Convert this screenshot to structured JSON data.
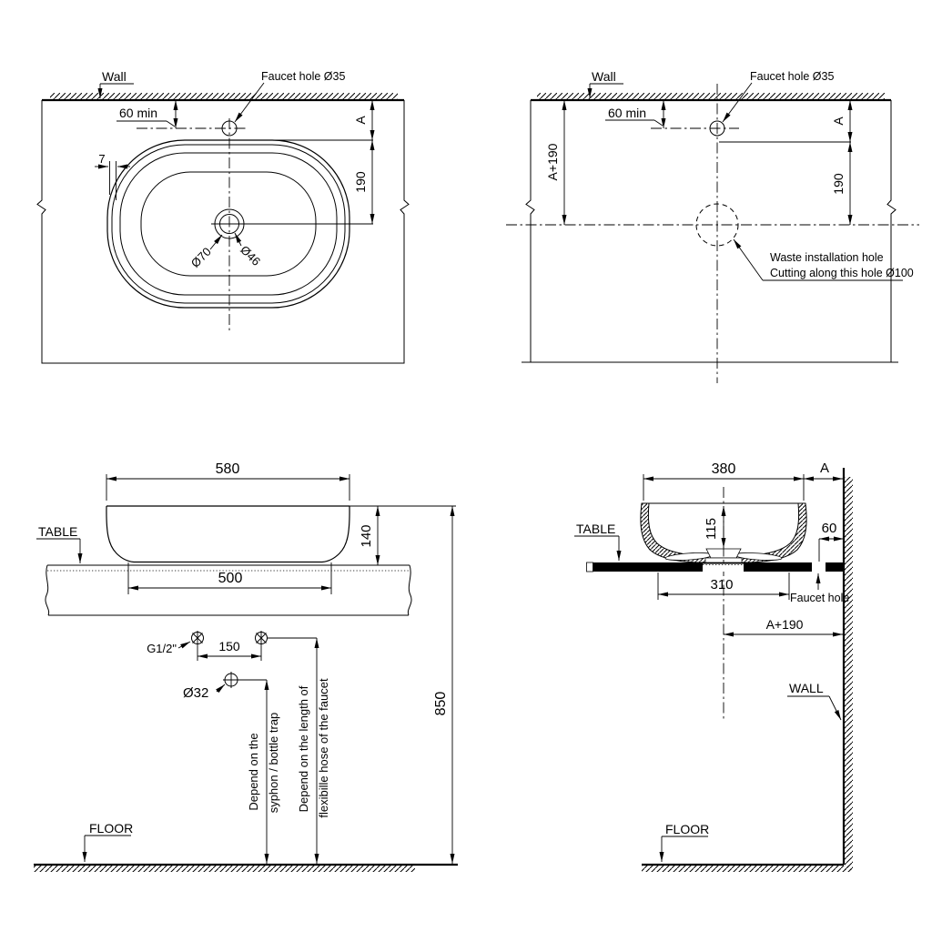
{
  "colors": {
    "ink": "#000000",
    "paper": "#ffffff"
  },
  "views": {
    "plan_basin": {
      "wall_label": "Wall",
      "faucet_hole_label": "Faucet hole Ø35",
      "wall_offset_dim": "60 min",
      "rim_thickness_dim": "7",
      "dim_a": "A",
      "dim_190": "190",
      "drain_outer_dim": "Ø70",
      "drain_inner_dim": "Ø46"
    },
    "plan_cutout": {
      "wall_label": "Wall",
      "faucet_hole_label": "Faucet hole Ø35",
      "wall_offset_dim": "60 min",
      "dim_a_plus_190": "A+190",
      "dim_a": "A",
      "dim_190": "190",
      "waste_note_line1": "Waste installation hole",
      "waste_note_line2": "Cutting along this hole Ø100"
    },
    "front_elevation": {
      "dim_580": "580",
      "dim_140": "140",
      "table_label": "TABLE",
      "dim_500": "500",
      "supply_thread_label": "G1/2\"",
      "dim_150": "150",
      "drain_pipe_dim": "Ø32",
      "dim_850": "850",
      "syphon_note_line1": "Depend on the",
      "syphon_note_line2": "syphon / bottle trap",
      "hose_note_line1": "Depend on the length of",
      "hose_note_line2": "flexibille hose of the faucet",
      "floor_label": "FLOOR"
    },
    "side_elevation": {
      "dim_380": "380",
      "dim_a": "A",
      "dim_115": "115",
      "table_label": "TABLE",
      "dim_60": "60",
      "dim_310": "310",
      "faucet_hole_label": "Faucet hole",
      "dim_a_plus_190": "A+190",
      "wall_label": "WALL",
      "floor_label": "FLOOR"
    }
  }
}
